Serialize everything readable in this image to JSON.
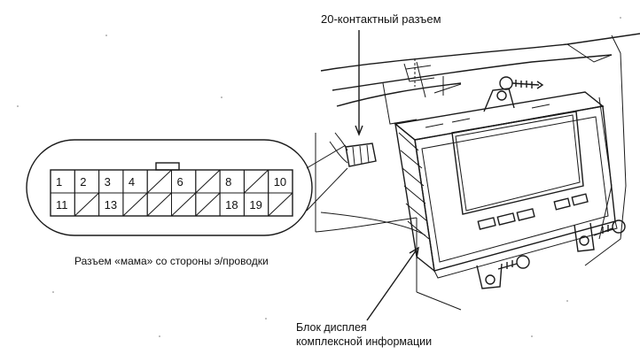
{
  "labels": {
    "connector_top": "20-контактный разъем",
    "connector_caption": "Разъем «мама» со стороны э/проводки",
    "display_unit_line1": "Блок дисплея",
    "display_unit_line2": "комплексной информации"
  },
  "connector": {
    "top_row": [
      "1",
      "2",
      "3",
      "4",
      "",
      "6",
      "",
      "8",
      "",
      "10"
    ],
    "bottom_row": [
      "11",
      "",
      "13",
      "",
      "",
      "",
      "",
      "18",
      "19",
      ""
    ]
  },
  "colors": {
    "ink": "#1a1a1a",
    "background": "#ffffff"
  }
}
